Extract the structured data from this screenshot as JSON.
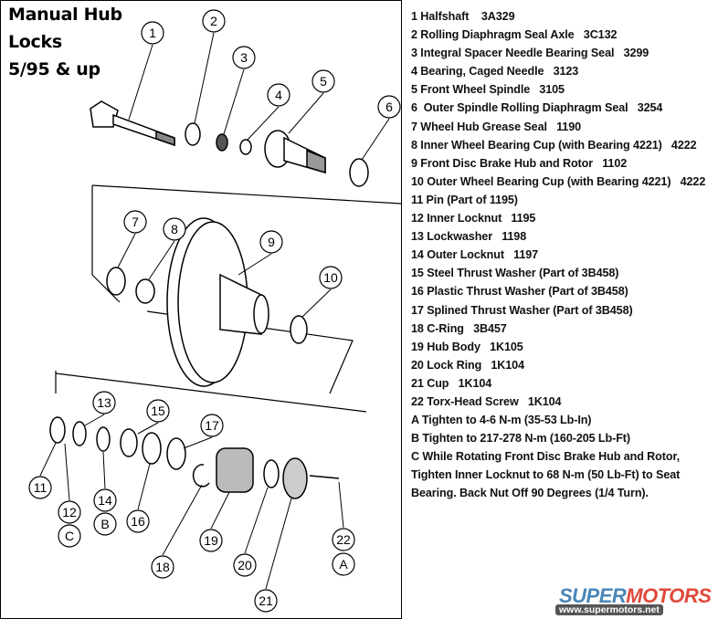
{
  "title": {
    "line1": "Manual Hub",
    "line2": "Locks",
    "line3": "5/95 & up"
  },
  "callouts": {
    "c1": "1",
    "c2": "2",
    "c3": "3",
    "c4": "4",
    "c5": "5",
    "c6": "6",
    "c7": "7",
    "c8": "8",
    "c9": "9",
    "c10": "10",
    "c11": "11",
    "c12": "12",
    "c13": "13",
    "c14": "14",
    "c15": "15",
    "c16": "16",
    "c17": "17",
    "c18": "18",
    "c19": "19",
    "c20": "20",
    "c21": "21",
    "c22": "22",
    "cA": "A",
    "cB": "B",
    "cC": "C"
  },
  "legend": [
    "1 Halfshaft    3A329",
    "2 Rolling Diaphragm Seal Axle   3C132",
    "3 Integral Spacer Needle Bearing Seal   3299",
    "4 Bearing, Caged Needle   3123",
    "5 Front Wheel Spindle   3105",
    "6  Outer Spindle Rolling Diaphragm Seal   3254",
    "7 Wheel Hub Grease Seal   1190",
    "8 Inner Wheel Bearing Cup (with Bearing 4221)   4222",
    "9 Front Disc Brake Hub and Rotor   1102",
    "10 Outer Wheel Bearing Cup (with Bearing 4221)   4222",
    "11 Pin (Part of 1195)",
    "12 Inner Locknut   1195",
    "13 Lockwasher   1198",
    "14 Outer Locknut   1197",
    "15 Steel Thrust Washer (Part of 3B458)",
    "16 Plastic Thrust Washer (Part of 3B458)",
    "17 Splined Thrust Washer (Part of 3B458)",
    "18 C-Ring   3B457",
    "19 Hub Body   1K105",
    "20 Lock Ring   1K104",
    "21 Cup   1K104",
    "22 Torx-Head Screw   1K104",
    "A Tighten to 4-6 N-m (35-53 Lb-In)",
    "B Tighten to 217-278 N-m (160-205 Lb-Ft)",
    "C While Rotating Front Disc Brake Hub and Rotor,",
    "Tighten Inner Locknut to 68 N-m (50 Lb-Ft) to Seat",
    "Bearing. Back Nut Off 90 Degrees (1/4 Turn)."
  ],
  "logo": {
    "brand_a": "SUPER",
    "brand_b": "MOTORS",
    "url": "www.supermotors.net",
    "color_a": "#4a86b8",
    "color_b": "#e0493a"
  }
}
